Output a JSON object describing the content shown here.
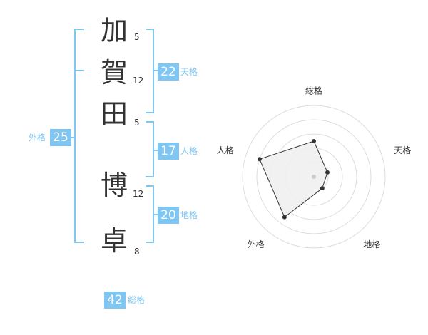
{
  "name": {
    "characters": [
      {
        "char": "加",
        "strokes": "5"
      },
      {
        "char": "賀",
        "strokes": "12"
      },
      {
        "char": "田",
        "strokes": "5"
      },
      {
        "char": "博",
        "strokes": "12"
      },
      {
        "char": "卓",
        "strokes": "8"
      }
    ]
  },
  "fortune": {
    "tenkaku": {
      "value": "22",
      "label": "天格"
    },
    "jinkaku": {
      "value": "17",
      "label": "人格"
    },
    "chikaku": {
      "value": "20",
      "label": "地格"
    },
    "gaikaku": {
      "value": "25",
      "label": "外格"
    },
    "soukaku": {
      "value": "42",
      "label": "総格"
    }
  },
  "chart_data": {
    "type": "radar",
    "axes": [
      "総格",
      "天格",
      "地格",
      "外格",
      "人格"
    ],
    "values": [
      2.5,
      1.0,
      1.0,
      3.5,
      4.0
    ],
    "rmax": 5,
    "rings": 5,
    "colors": {
      "fill": "#efefef",
      "line": "#333333",
      "point": "#333333",
      "grid": "#dddddd",
      "center": "#cccccc"
    }
  },
  "colors": {
    "accent": "#7fc6f2",
    "text": "#333333"
  }
}
